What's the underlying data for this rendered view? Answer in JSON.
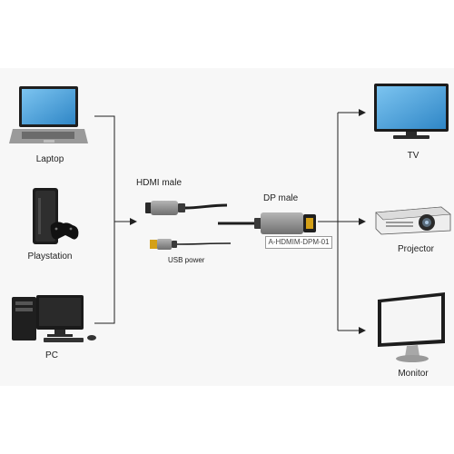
{
  "sources": [
    {
      "label": "Laptop",
      "icon": "laptop-icon"
    },
    {
      "label": "Playstation",
      "icon": "game-console-icon"
    },
    {
      "label": "PC",
      "icon": "desktop-pc-icon"
    }
  ],
  "adapter": {
    "hdmi_label": "HDMI  male",
    "usb_label": "USB power",
    "dp_label": "DP male",
    "model_code": "A-HDMIM-DPM-01"
  },
  "outputs": [
    {
      "label": "TV",
      "icon": "tv-icon"
    },
    {
      "label": "Projector",
      "icon": "projector-icon"
    },
    {
      "label": "Monitor",
      "icon": "monitor-icon"
    }
  ],
  "colors": {
    "line": "#222222",
    "screen_blue": "#4aa3df",
    "device_dark": "#2b2b2b",
    "adapter_gray": "#8c8c8c"
  }
}
